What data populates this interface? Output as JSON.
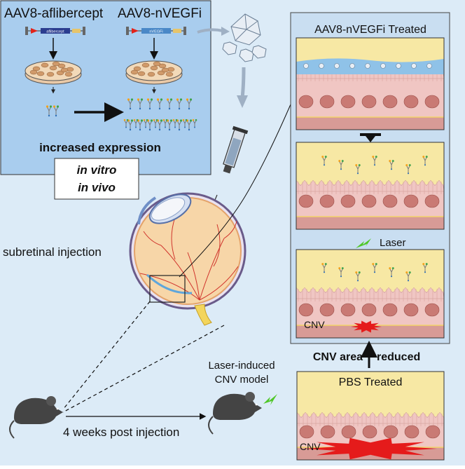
{
  "vitro": {
    "label_aflibercept": "AAV8-aflibercept",
    "label_nvegfi": "AAV8-nVEGFi",
    "cassette_aflibercept": "aflibercept",
    "cassette_nvegfi": "nVEGFi",
    "result": "increased expression"
  },
  "methods": {
    "vitro": "in vitro",
    "vivo": "in vivo"
  },
  "injection": {
    "label": "subretinal injection"
  },
  "model": {
    "line1": "Laser-induced",
    "line2": "CNV model",
    "timeline": "4 weeks post injection"
  },
  "treated": {
    "title": "AAV8-nVEGFi Treated",
    "laser": "Laser",
    "cnv": "CNV"
  },
  "pbs": {
    "title": "PBS Treated",
    "cnv": "CNV"
  },
  "comparison": {
    "left": "CNV area",
    "right": "reduced"
  },
  "colors": {
    "background": "#dcebf7",
    "vitro_box": "#a9cdee",
    "right_panel": "#c9def1",
    "yellow": "#f7e8a4",
    "pink": "#f0c6c3",
    "cell": "#c97a74",
    "bottom": "#d89b96",
    "blue_layer": "#8fc2e8",
    "cnv_red": "#e51b1b"
  }
}
